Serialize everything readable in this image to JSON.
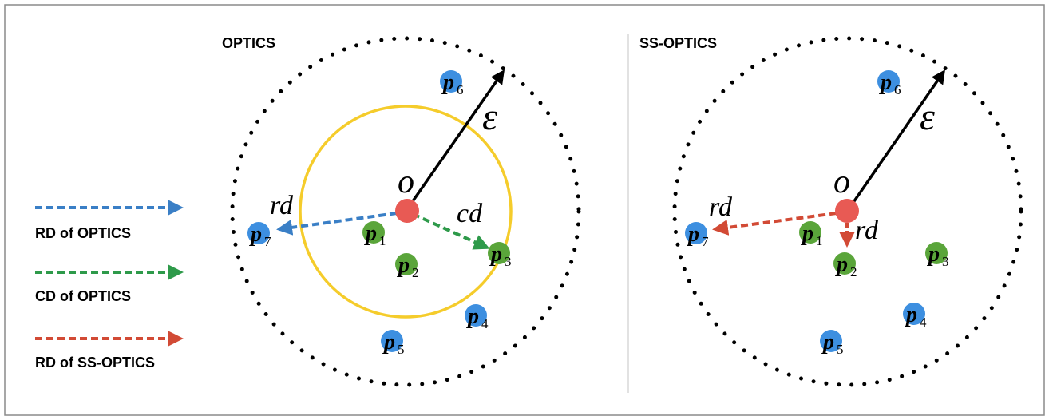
{
  "legend": {
    "rd_optics": "RD of OPTICS",
    "cd_optics": "CD of OPTICS",
    "rd_ss_optics": "RD of SS-OPTICS"
  },
  "panels": {
    "optics": {
      "title": "OPTICS",
      "center_label": "o",
      "epsilon_label": "ε",
      "rd_label": "rd",
      "cd_label": "cd",
      "points": [
        {
          "label": "p",
          "sub": "1"
        },
        {
          "label": "p",
          "sub": "2"
        },
        {
          "label": "p",
          "sub": "3"
        },
        {
          "label": "p",
          "sub": "4"
        },
        {
          "label": "p",
          "sub": "5"
        },
        {
          "label": "p",
          "sub": "6"
        },
        {
          "label": "p",
          "sub": "7"
        }
      ]
    },
    "ss_optics": {
      "title": "SS-OPTICS",
      "center_label": "o",
      "epsilon_label": "ε",
      "rd_label_1": "rd",
      "rd_label_2": "rd",
      "points": [
        {
          "label": "p",
          "sub": "1"
        },
        {
          "label": "p",
          "sub": "2"
        },
        {
          "label": "p",
          "sub": "3"
        },
        {
          "label": "p",
          "sub": "4"
        },
        {
          "label": "p",
          "sub": "5"
        },
        {
          "label": "p",
          "sub": "6"
        },
        {
          "label": "p",
          "sub": "7"
        }
      ]
    }
  },
  "colors": {
    "blue_point": "#3d8fe0",
    "green_point": "#5aa53a",
    "center_point": "#e85a54",
    "yellow_circle": "#f5cc2b",
    "rd_optics_arrow": "#3a7fc6",
    "cd_optics_arrow": "#2e9a4a",
    "rd_ss_optics_arrow": "#d24a35",
    "border": "#8a8a8a",
    "divider": "#d8d8d8"
  }
}
